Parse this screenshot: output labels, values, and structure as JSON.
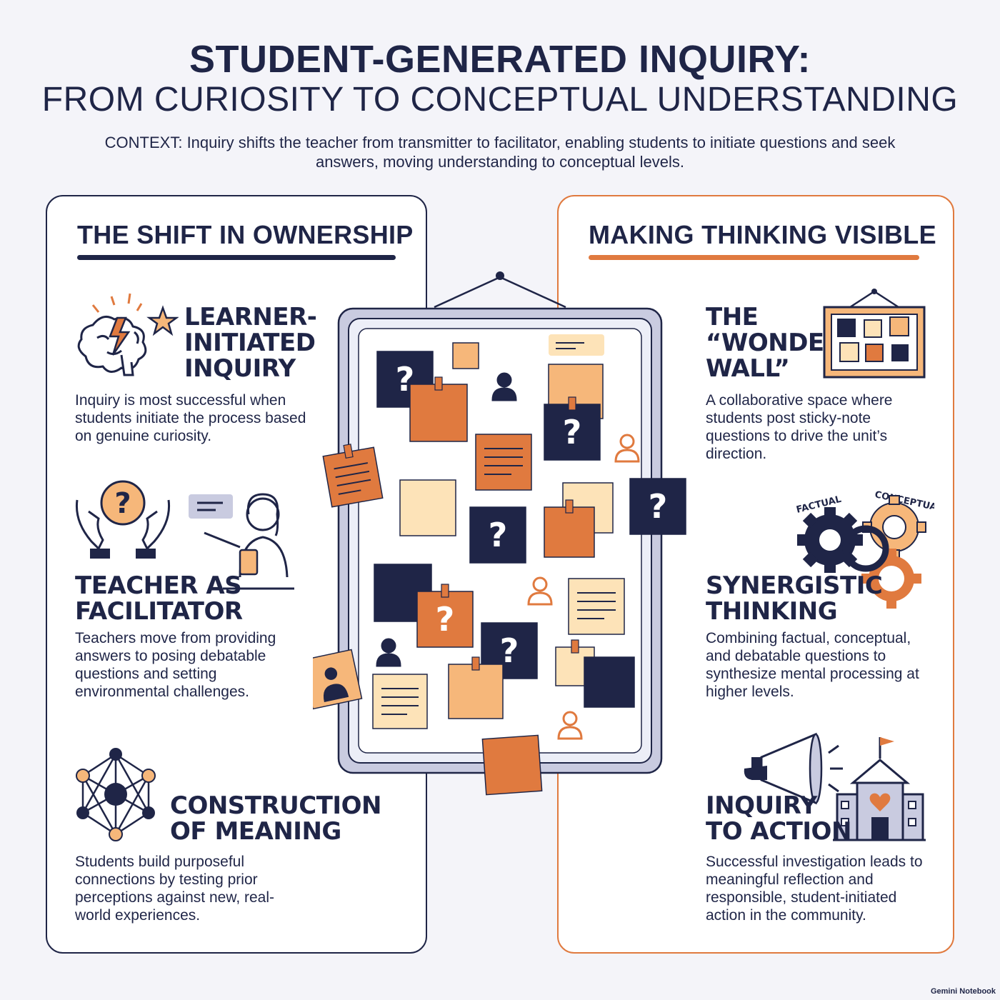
{
  "header": {
    "title": "STUDENT-GENERATED INQUIRY:",
    "subtitle": "FROM CURIOSITY TO CONCEPTUAL UNDERSTANDING",
    "context": "CONTEXT: Inquiry shifts the teacher from transmitter to facilitator, enabling students to initiate questions and seek answers, moving understanding to conceptual levels."
  },
  "left_panel": {
    "title": "THE SHIFT IN OWNERSHIP",
    "sections": [
      {
        "title": "LEARNER-\nINITIATED\nINQUIRY",
        "body": "Inquiry is most successful when students initiate the process based on genuine curiosity."
      },
      {
        "title": "TEACHER AS\nFACILITATOR",
        "body": "Teachers move from providing answers to posing debatable questions and setting environmental challenges."
      },
      {
        "title": "CONSTRUCTION\nOF MEANING",
        "body": "Students build purposeful connections by testing prior perceptions against new, real-world experiences."
      }
    ]
  },
  "right_panel": {
    "title": "MAKING THINKING VISIBLE",
    "sections": [
      {
        "title": "THE\n“WONDER\nWALL”",
        "body": "A collaborative space where students post sticky-note questions to drive the unit’s direction."
      },
      {
        "title": "SYNERGISTIC\nTHINKING",
        "body": "Combining factual, conceptual, and debatable questions to synthesize mental processing at higher levels."
      },
      {
        "title": "INQUIRY\nTO ACTION",
        "body": "Successful investigation leads to meaningful reflection and responsible, student-initiated action in the community."
      }
    ],
    "gear_labels": {
      "factual": "FACTUAL",
      "conceptual": "CONCEPTUAL"
    }
  },
  "board": {
    "question_mark": "?"
  },
  "colors": {
    "navy": "#1f2547",
    "orange": "#e07a3f",
    "peach": "#f6b77a",
    "cream": "#fde3b8",
    "board": "#c9cbe0"
  },
  "watermark": "Gemini Notebook"
}
